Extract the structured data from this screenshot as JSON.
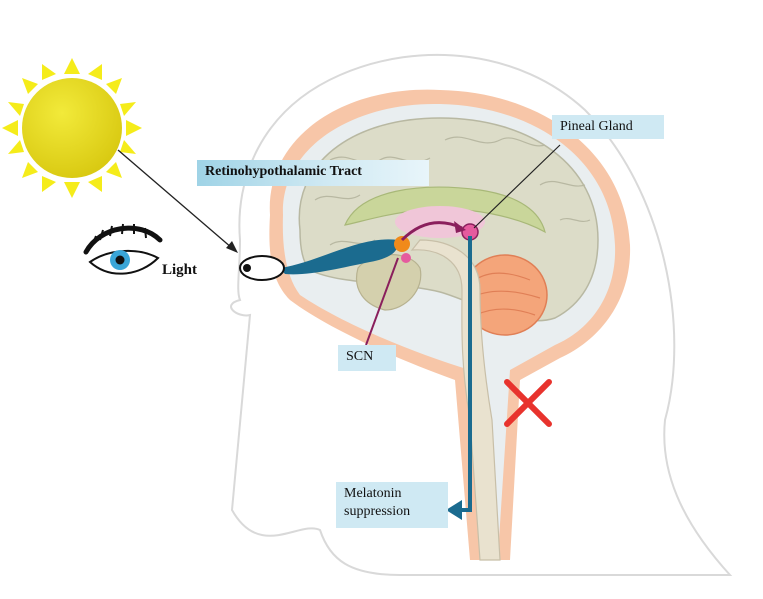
{
  "labels": {
    "pineal": "Pineal Gland",
    "tract": "Retinohypothalamic Tract",
    "light": "Light",
    "scn": "SCN",
    "melatonin_line1": "Melatonin",
    "melatonin_line2": "suppression"
  },
  "colors": {
    "sun": "#e6e01a",
    "sun_rays": "#f5ec1a",
    "label_bg": "#cfe9f3",
    "pathway": "#8a1f5c",
    "signal": "#1b6b8f",
    "cross": "#e8332d",
    "skin": "#f7c6a8",
    "brain": "#dcdcc8",
    "cerebellum": "#f4a57a"
  },
  "icons": [
    "sun-icon",
    "eye-icon",
    "cross-icon"
  ]
}
